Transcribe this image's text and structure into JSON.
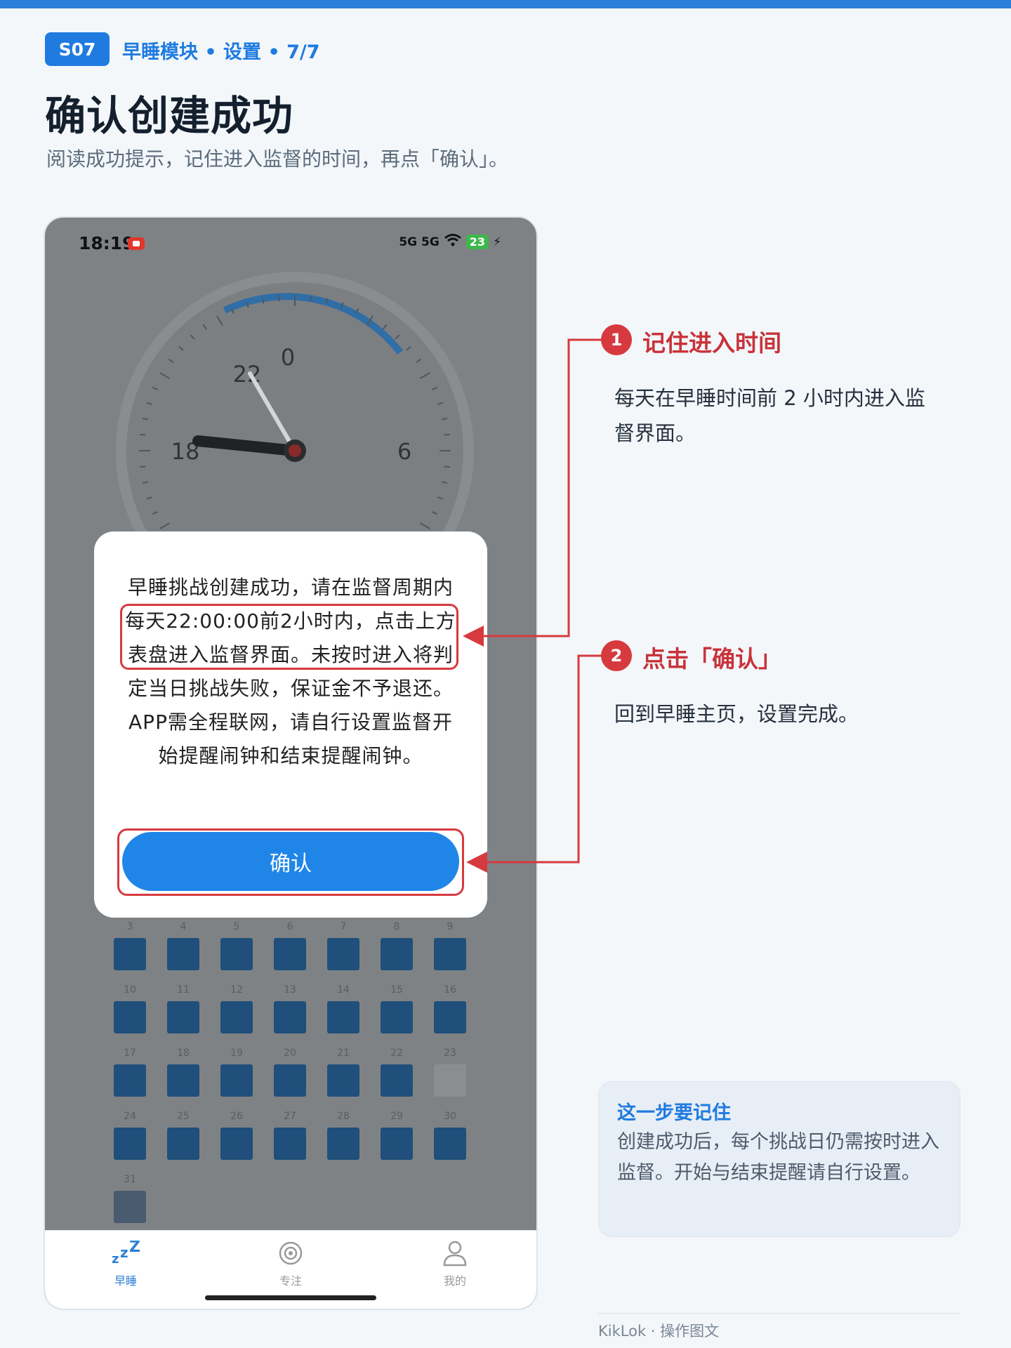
{
  "header": {
    "step_badge": "S07",
    "breadcrumb": "早睡模块 • 设置 • 7/7",
    "title": "确认创建成功",
    "subtitle": "阅读成功提示，记住进入监督的时间，再点「确认」。"
  },
  "phone": {
    "status": {
      "time": "18:19",
      "signal_label": "5G  5G",
      "battery": "23"
    },
    "clock": {
      "labels": [
        "0",
        "6",
        "18",
        "22"
      ]
    },
    "calendar": {
      "rows": [
        {
          "days": [
            "3",
            "4",
            "5",
            "6",
            "7",
            "8",
            "9"
          ]
        },
        {
          "days": [
            "10",
            "11",
            "12",
            "13",
            "14",
            "15",
            "16"
          ]
        },
        {
          "days": [
            "17",
            "18",
            "19",
            "20",
            "21",
            "22",
            "23"
          ]
        },
        {
          "days": [
            "24",
            "25",
            "26",
            "27",
            "28",
            "29",
            "30"
          ]
        },
        {
          "days": [
            "31"
          ]
        }
      ]
    },
    "dialog": {
      "message": "早睡挑战创建成功，请在监督周期内每天22:00:00前2小时内，点击上方表盘进入监督界面。未按时进入将判定当日挑战失败，保证金不予退还。APP需全程联网，请自行设置监督开始提醒闹钟和结束提醒闹钟。",
      "confirm_label": "确认"
    },
    "tabbar": {
      "tabs": [
        {
          "label": "早睡",
          "icon": "zzz-icon",
          "active": true
        },
        {
          "label": "专注",
          "icon": "target-icon",
          "active": false
        },
        {
          "label": "我的",
          "icon": "user-icon",
          "active": false
        }
      ]
    }
  },
  "annotations": [
    {
      "number": "1",
      "title": "记住进入时间",
      "body": "每天在早睡时间前 2 小时内进入监督界面。"
    },
    {
      "number": "2",
      "title": "点击「确认」",
      "body": "回到早睡主页，设置完成。"
    }
  ],
  "tip": {
    "title": "这一步要记住",
    "body": "创建成功后，每个挑战日仍需按时进入监督。开始与结束提醒请自行设置。"
  },
  "footer": "KikLok · 操作图文",
  "colors": {
    "accent": "#1f7be0",
    "highlight": "#d63a3f",
    "button": "#1f86e8"
  }
}
